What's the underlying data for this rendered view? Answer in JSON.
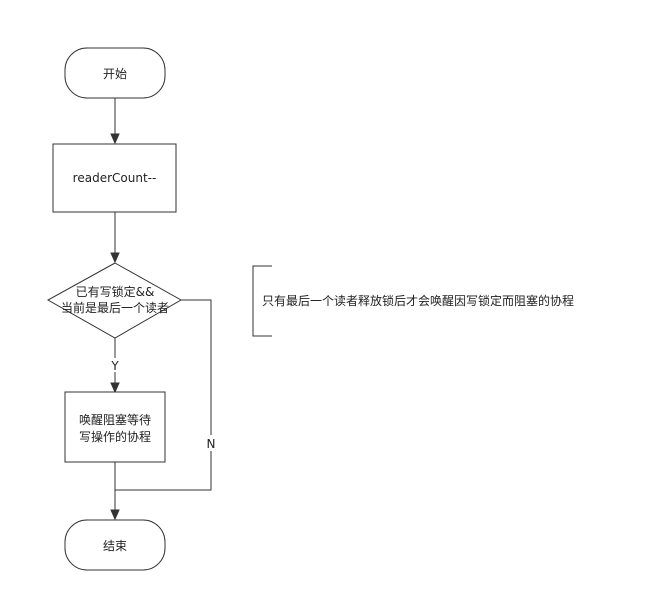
{
  "nodes": {
    "start": "开始",
    "decrement": "readerCount--",
    "decision_line1": "已有写锁定&&",
    "decision_line2": "当前是最后一个读者",
    "wake_line1": "唤醒阻塞等待",
    "wake_line2": "写操作的协程",
    "end": "结束"
  },
  "edges": {
    "yes": "Y",
    "no": "N"
  },
  "annotation": {
    "text": "只有最后一个读者释放锁后才会唤醒因写锁定而阻塞的协程"
  },
  "colors": {
    "stroke": "#333333",
    "fill": "#ffffff",
    "text": "#222222"
  }
}
